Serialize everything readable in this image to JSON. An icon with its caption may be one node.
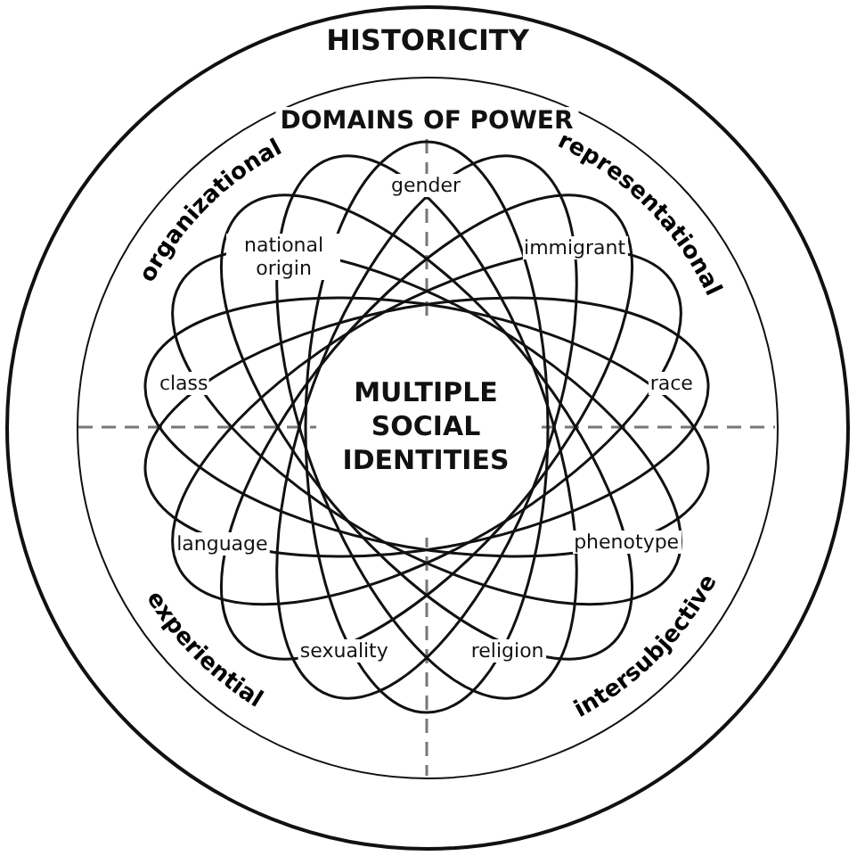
{
  "diagram": {
    "nodes": [
      {
        "text": [
          "HISTORICITY"
        ]
      },
      {
        "text": [
          "DOMAINS OF POWER"
        ],
        "in": 0
      },
      {
        "text": [
          "MULTIPLE SOCIAL IDENTITIES"
        ],
        "in": 1
      }
    ],
    "edges": [],
    "labels": [
      "gender",
      "organizational",
      "representational",
      "national origin",
      "immigrant",
      "class",
      "race",
      "language",
      "phenotype",
      "experiential",
      "intersubjective",
      "sexuality",
      "religion"
    ]
  }
}
